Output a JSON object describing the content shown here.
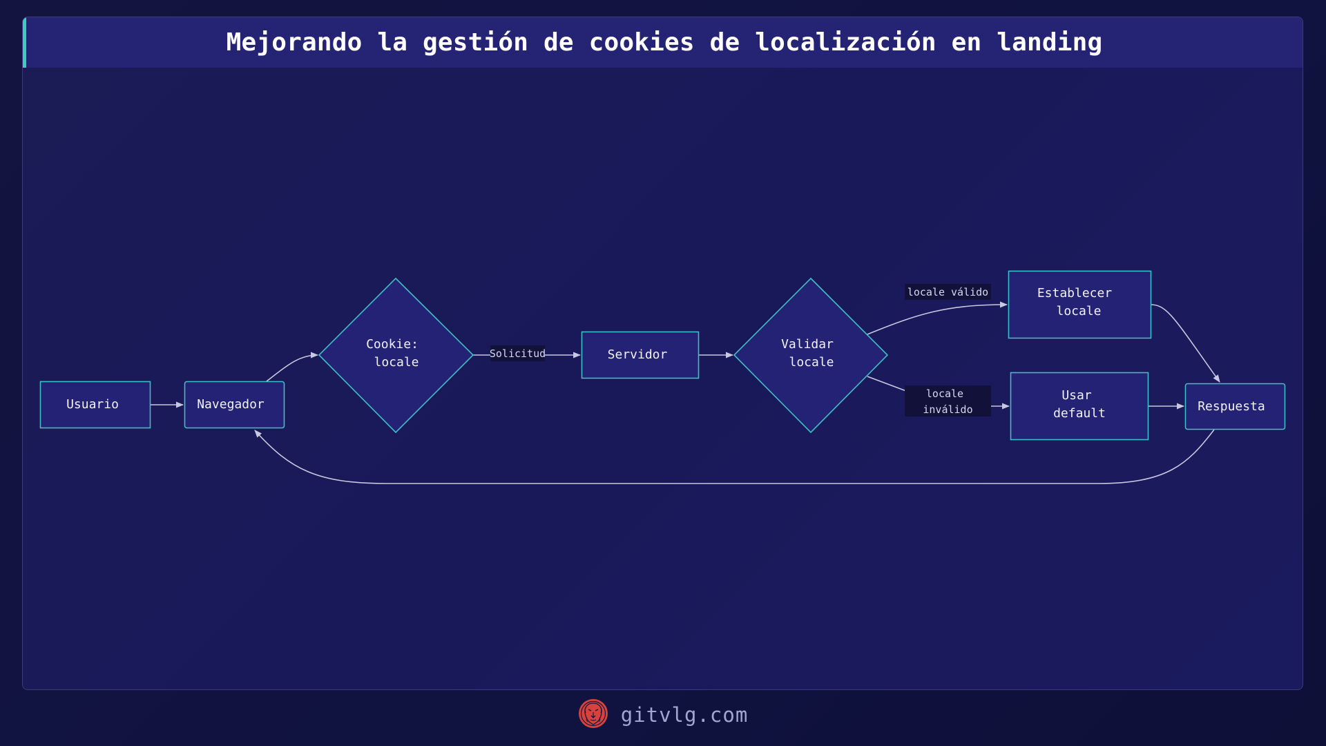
{
  "header": {
    "title": "Mejorando la gestión de cookies de localización en landing"
  },
  "colors": {
    "background": "#11123d",
    "panel": "#1a1a58",
    "header": "#252373",
    "accent": "#3ecdc5",
    "node_fill": "#242275",
    "node_stroke": "#3ebfc4",
    "edge": "#c8c8e0",
    "label_bg": "#11113a",
    "logo": "#d8423c"
  },
  "diagram": {
    "nodes": [
      {
        "id": "usuario",
        "shape": "rect",
        "lines": [
          "Usuario"
        ]
      },
      {
        "id": "navegador",
        "shape": "round-rect",
        "lines": [
          "Navegador"
        ]
      },
      {
        "id": "cookie",
        "shape": "diamond",
        "lines": [
          "Cookie:",
          "locale"
        ]
      },
      {
        "id": "servidor",
        "shape": "rect",
        "lines": [
          "Servidor"
        ]
      },
      {
        "id": "validar",
        "shape": "diamond",
        "lines": [
          "Validar",
          "locale"
        ]
      },
      {
        "id": "establecer",
        "shape": "rect",
        "lines": [
          "Establecer",
          "locale"
        ]
      },
      {
        "id": "usar_default",
        "shape": "rect",
        "lines": [
          "Usar",
          "default"
        ]
      },
      {
        "id": "respuesta",
        "shape": "round-rect",
        "lines": [
          "Respuesta"
        ]
      }
    ],
    "edges": [
      {
        "from": "usuario",
        "to": "navegador",
        "label": ""
      },
      {
        "from": "navegador",
        "to": "cookie",
        "label": ""
      },
      {
        "from": "cookie",
        "to": "servidor",
        "label": "Solicitud"
      },
      {
        "from": "servidor",
        "to": "validar",
        "label": ""
      },
      {
        "from": "validar",
        "to": "establecer",
        "label": "locale válido"
      },
      {
        "from": "validar",
        "to": "usar_default",
        "label_lines": [
          "locale",
          "inválido"
        ]
      },
      {
        "from": "establecer",
        "to": "respuesta",
        "label": ""
      },
      {
        "from": "usar_default",
        "to": "respuesta",
        "label": ""
      },
      {
        "from": "respuesta",
        "to": "navegador",
        "label": ""
      }
    ]
  },
  "footer": {
    "logo_icon": "lion-emblem-icon",
    "site": "gitvlg.com"
  }
}
